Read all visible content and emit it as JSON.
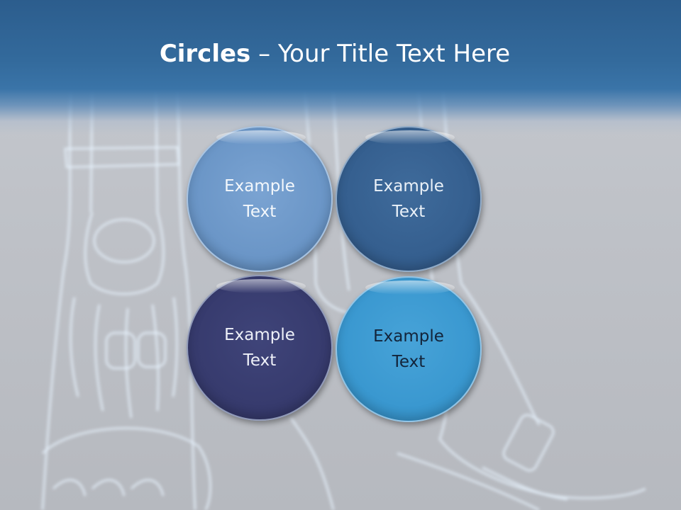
{
  "slide": {
    "title_bold": "Circles",
    "title_rest": " – Your Title Text Here"
  },
  "circles": [
    {
      "label": "Example Text",
      "color": "#6b96c7"
    },
    {
      "label": "Example Text",
      "color": "#355f8f"
    },
    {
      "label": "Example Text",
      "color": "#373b6e"
    },
    {
      "label": "Example Text",
      "color": "#3a98d0"
    }
  ]
}
